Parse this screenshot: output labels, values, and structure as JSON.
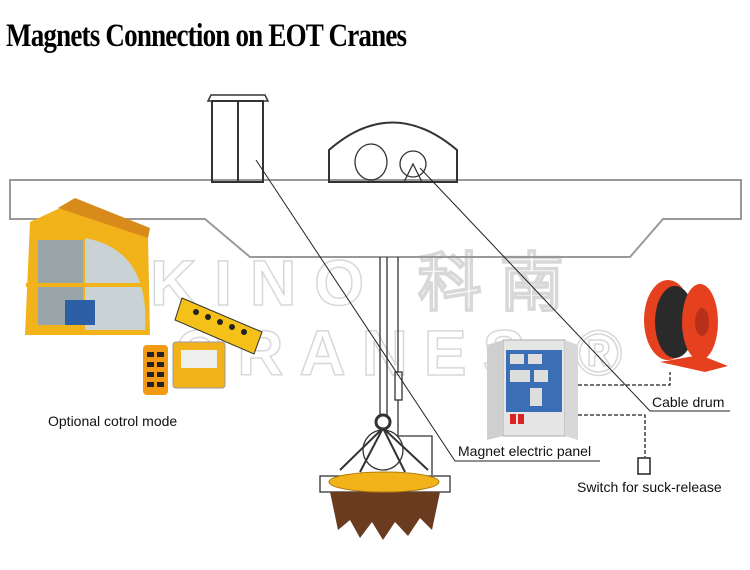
{
  "title": "Magnets Connection on EOT Cranes",
  "labels": {
    "control_mode": "Optional cotrol mode",
    "panel": "Magnet electric panel",
    "cable_drum": "Cable drum",
    "switch": "Switch for suck-release"
  },
  "watermark": {
    "line1": "KINO 科南",
    "line2": "CRANES ®"
  },
  "colors": {
    "yellow": "#f2b31a",
    "orange_red": "#e5411f",
    "panel_blue": "#3a6fb5",
    "line": "#333333"
  }
}
